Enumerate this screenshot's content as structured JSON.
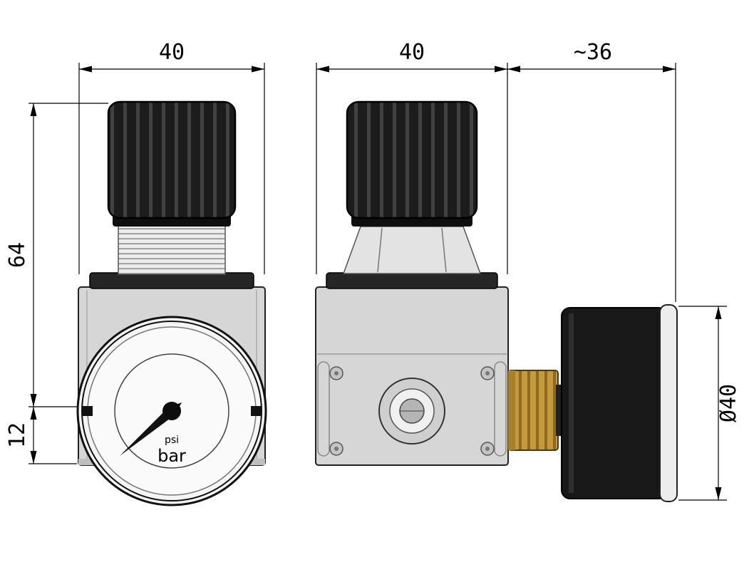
{
  "drawing": {
    "kind": "pressure-regulator-technical-drawing",
    "views": [
      "front-view-with-gauge",
      "side-view-with-gauge-profile"
    ]
  },
  "dimensions": {
    "front_width": "40",
    "side_width": "40",
    "gauge_depth": "~36",
    "upper_height": "64",
    "port_offset": "12",
    "gauge_diameter": "Ø40"
  },
  "gauge": {
    "unit_secondary": "psi",
    "unit_primary": "bar"
  },
  "colors": {
    "background": "#ffffff",
    "line": "#000000",
    "knob": "#1c1c1c",
    "body": "#d6d6d6",
    "flange": "#262626",
    "brass": "#c59a3f",
    "gauge_face": "#f5f5f5",
    "gauge_case": "#181818",
    "bezel": "#ededed"
  }
}
